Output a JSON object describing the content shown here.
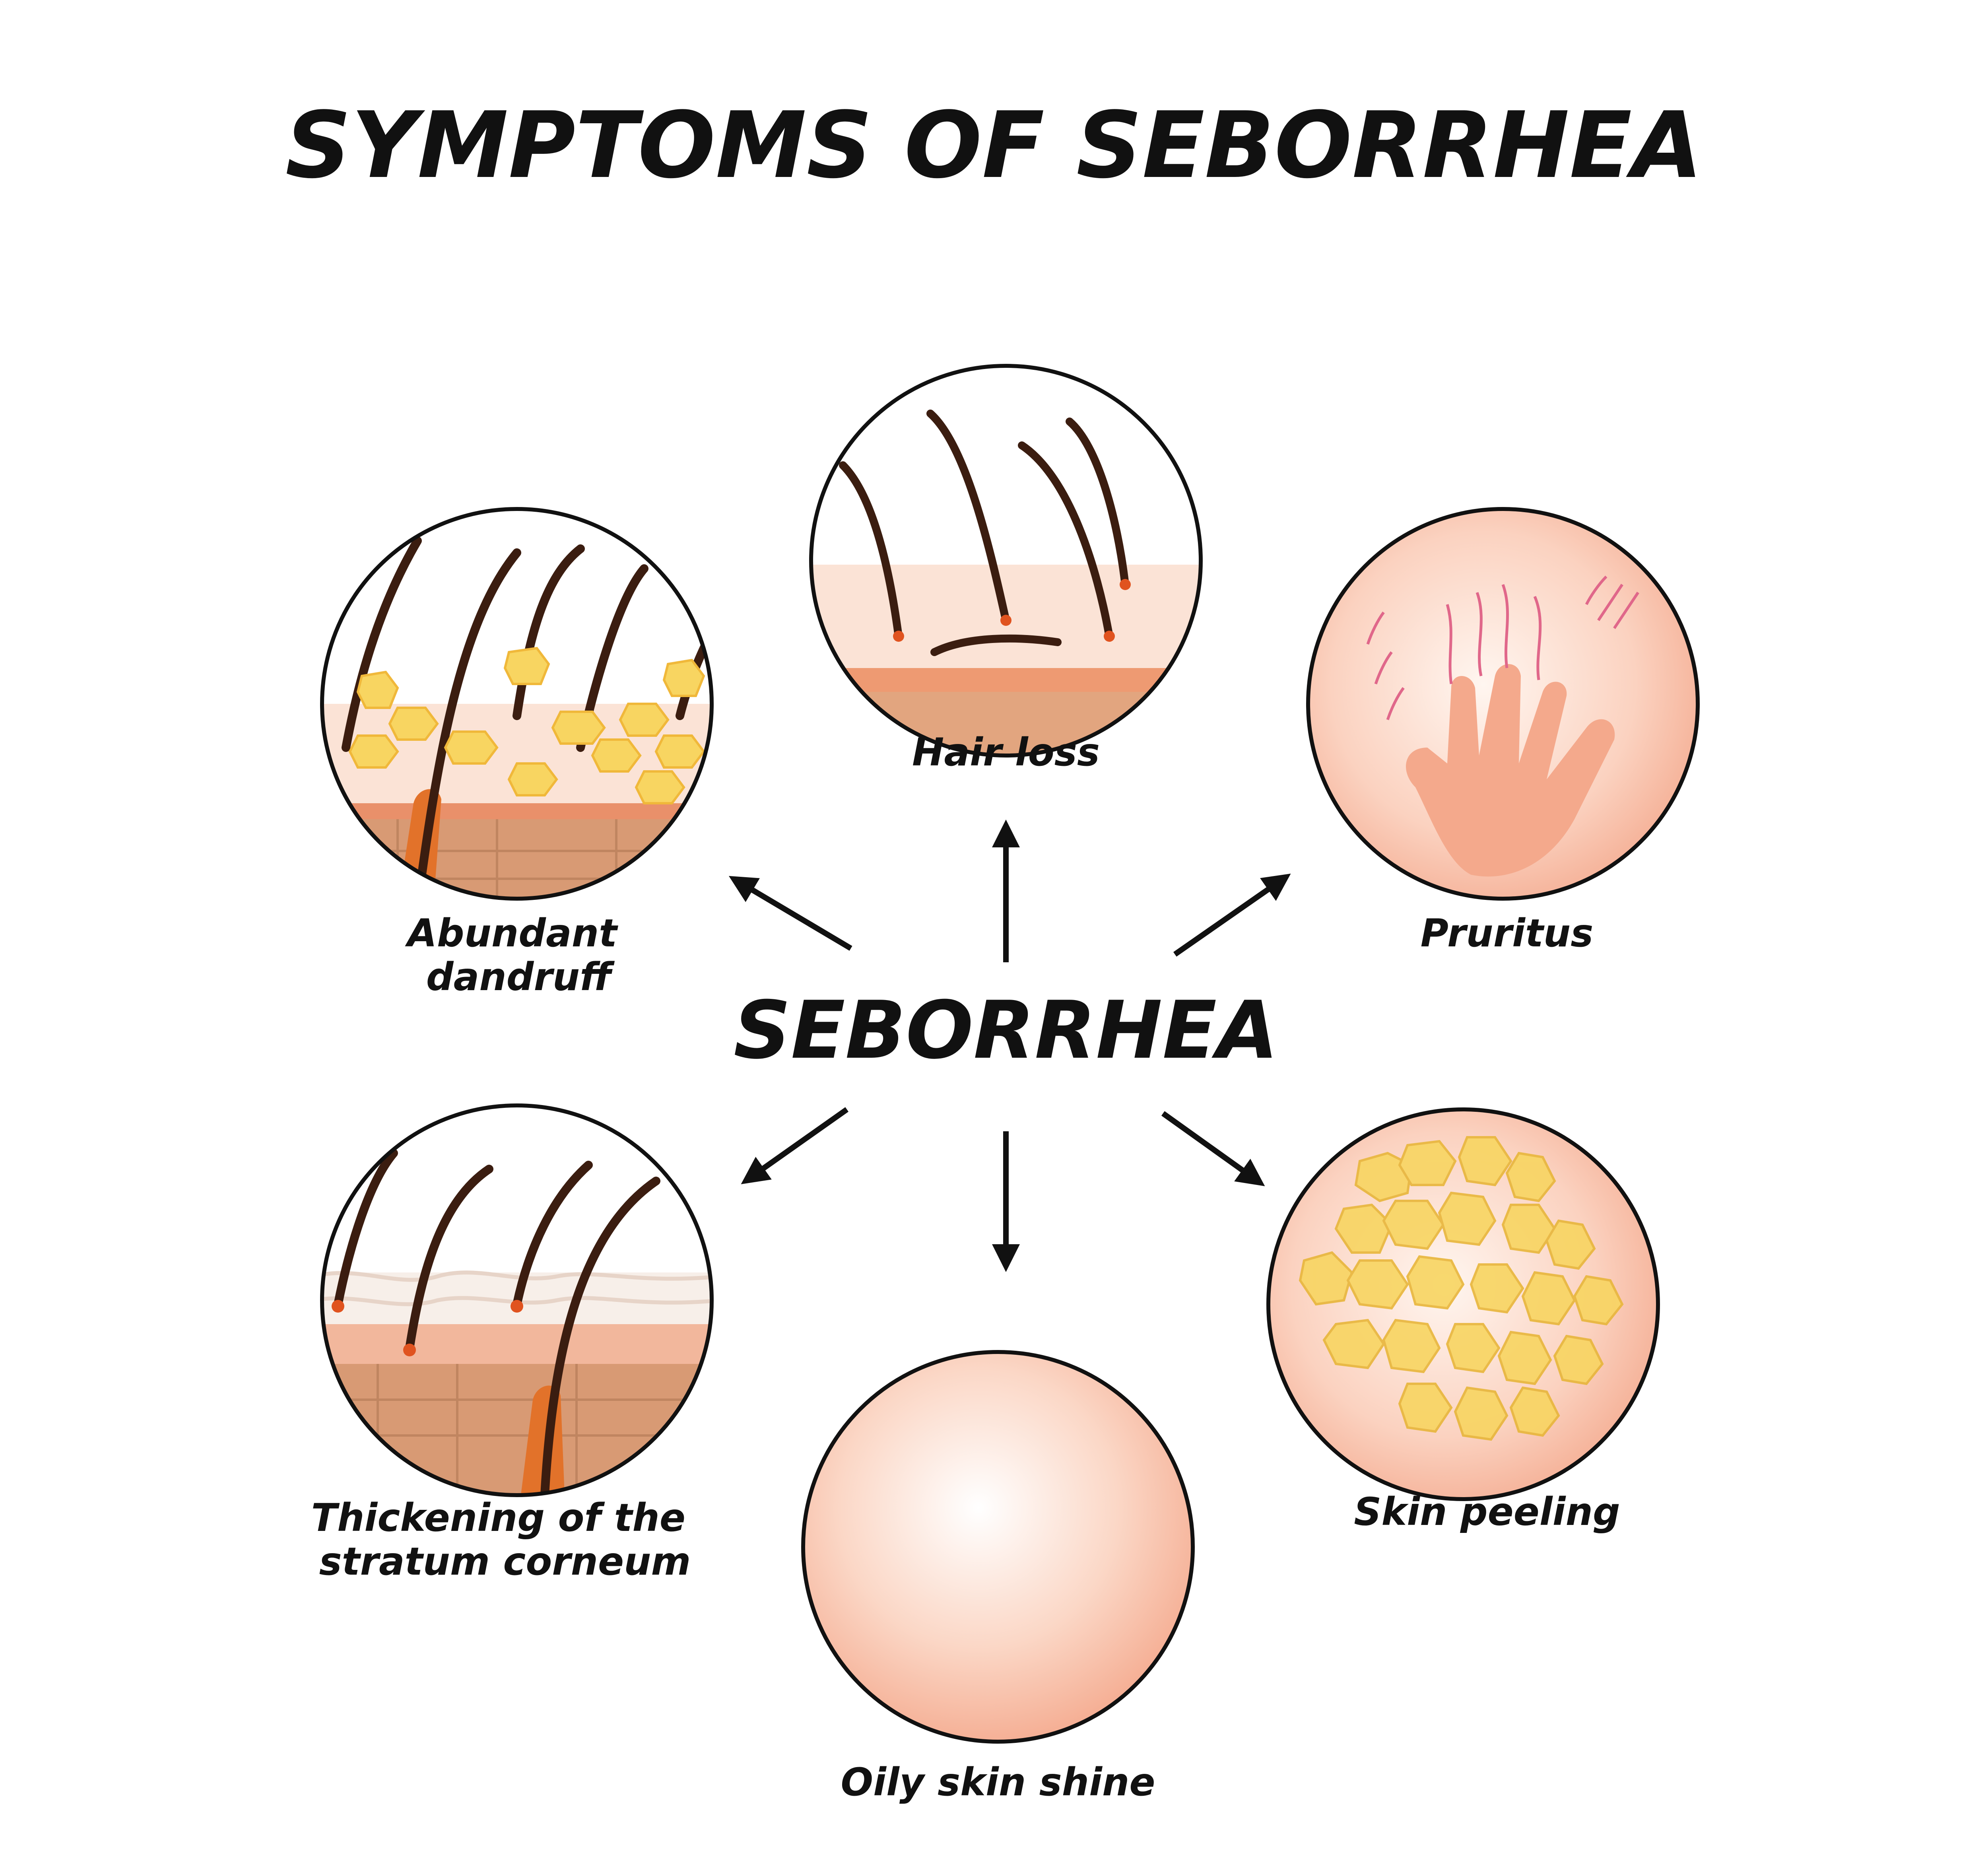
{
  "title": "SYMPTOMS OF SEBORRHEA",
  "center_label": "SEBORRHEA",
  "symptoms": [
    {
      "label_lines": [
        "Hair loss"
      ],
      "icon": "hair-loss-icon"
    },
    {
      "label_lines": [
        "Pruritus"
      ],
      "icon": "itchy-hand-icon"
    },
    {
      "label_lines": [
        "Skin peeling"
      ],
      "icon": "skin-flakes-icon"
    },
    {
      "label_lines": [
        "Oily skin shine"
      ],
      "icon": "oily-skin-icon"
    },
    {
      "label_lines": [
        "Thickening of the",
        "stratum corneum"
      ],
      "icon": "thick-skin-layer-icon"
    },
    {
      "label_lines": [
        "Abundant",
        "dandruff"
      ],
      "icon": "dandruff-icon"
    }
  ],
  "colors": {
    "skin_pink": "#f8c4ad",
    "skin_peach": "#f4a98c",
    "hair": "#3b1d10",
    "flake_yellow": "#f8d561",
    "outline": "#111111"
  }
}
